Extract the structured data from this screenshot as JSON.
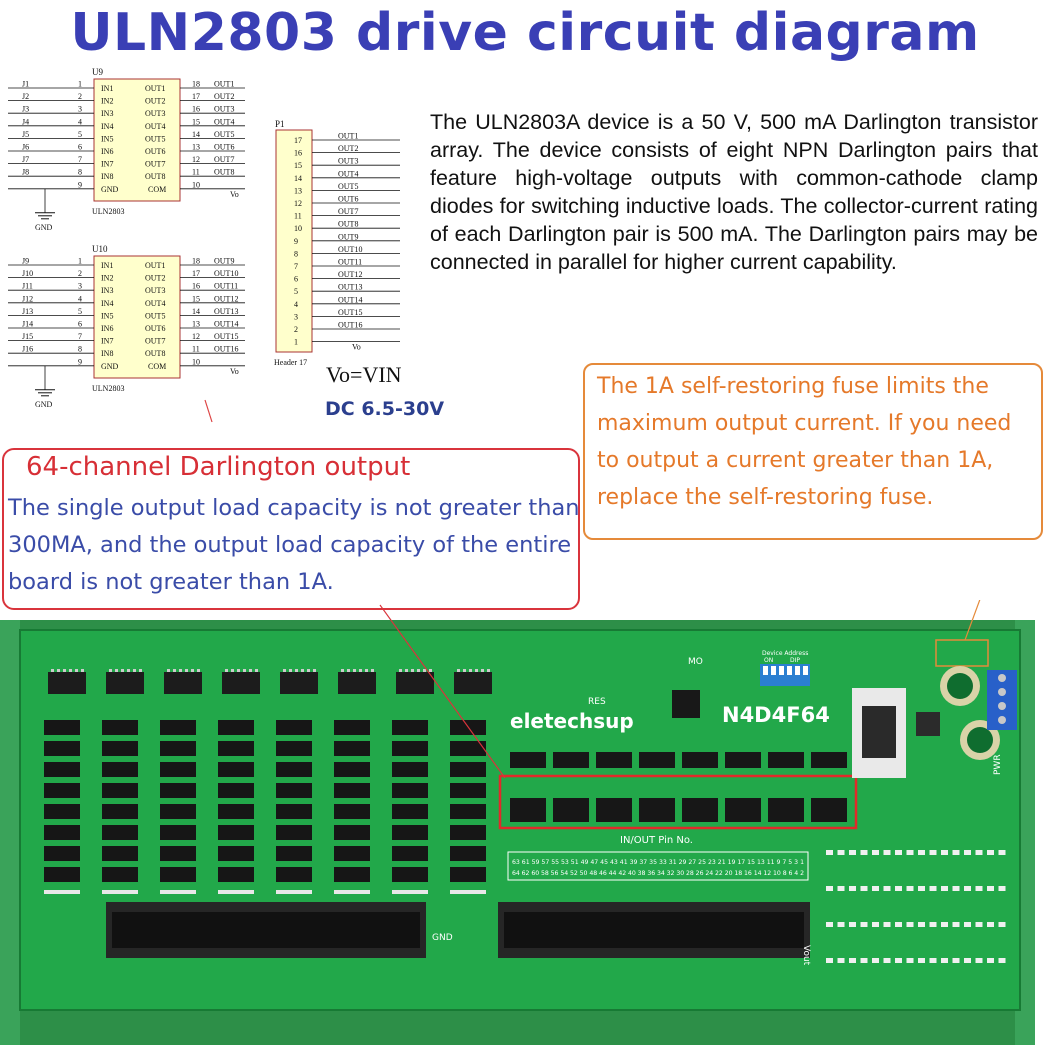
{
  "title": "ULN2803 drive circuit diagram",
  "description": "The ULN2803A device is a 50 V, 500 mA Darlington transistor array. The device consists of eight NPN Darlington pairs that feature high-voltage outputs with common-cathode clamp diodes for switching inductive loads. The collector-current rating of each Darlington pair is 500 mA. The Darlington pairs may be connected in parallel for higher current capability.",
  "vo_label": "Vo=VIN",
  "dc_label": "DC 6.5-30V",
  "fuse_note": "The 1A self-restoring fuse limits the maximum output current. If you need to output a current greater than 1A, replace the self-restoring fuse.",
  "darlington_note": {
    "title": "64-channel Darlington output",
    "body": "The single output load capacity is not greater than 300MA, and the output load capacity of the entire board is not greater than 1A."
  },
  "schematic": {
    "chips": [
      {
        "designator": "U9",
        "part": "ULN2803",
        "jumpers": [
          "J1",
          "J2",
          "J3",
          "J4",
          "J5",
          "J6",
          "J7",
          "J8"
        ],
        "outputs": [
          "OUT1",
          "OUT2",
          "OUT3",
          "OUT4",
          "OUT5",
          "OUT6",
          "OUT7",
          "OUT8"
        ]
      },
      {
        "designator": "U10",
        "part": "ULN2803",
        "jumpers": [
          "J9",
          "J10",
          "J11",
          "J12",
          "J13",
          "J14",
          "J15",
          "J16"
        ],
        "outputs": [
          "OUT9",
          "OUT10",
          "OUT11",
          "OUT12",
          "OUT13",
          "OUT14",
          "OUT15",
          "OUT16"
        ]
      }
    ],
    "inputs": [
      "IN1",
      "IN2",
      "IN3",
      "IN4",
      "IN5",
      "IN6",
      "IN7",
      "IN8"
    ],
    "internal_outputs": [
      "OUT1",
      "OUT2",
      "OUT3",
      "OUT4",
      "OUT5",
      "OUT6",
      "OUT7",
      "OUT8"
    ],
    "gnd_pin": "GND",
    "com_pin": "COM",
    "left_pins": [
      "1",
      "2",
      "3",
      "4",
      "5",
      "6",
      "7",
      "8",
      "9"
    ],
    "right_pins": [
      "18",
      "17",
      "16",
      "15",
      "14",
      "13",
      "12",
      "11",
      "10"
    ],
    "vo_net": "Vo",
    "gnd_label": "GND",
    "header": {
      "designator": "P1",
      "name": "Header 17",
      "pins": [
        "17",
        "16",
        "15",
        "14",
        "13",
        "12",
        "11",
        "10",
        "9",
        "8",
        "7",
        "6",
        "5",
        "4",
        "3",
        "2",
        "1"
      ],
      "nets": [
        "OUT1",
        "OUT2",
        "OUT3",
        "OUT4",
        "OUT5",
        "OUT6",
        "OUT7",
        "OUT8",
        "OUT9",
        "OUT10",
        "OUT11",
        "OUT12",
        "OUT13",
        "OUT14",
        "OUT15",
        "OUT16",
        "Vo"
      ]
    }
  },
  "board": {
    "brand": "eletechsup",
    "model": "N4D4F64",
    "mo_label": "MO",
    "res_label": "RES",
    "pin_title": "IN/OUT Pin No.",
    "pin_row_top": "63 61 59 57 55 53 51 49 47 45 43 41 39 37 35 33 31 29 27 25 23 21 19 17 15 13 11 9 7 5 3 1",
    "pin_row_bottom": "64 62 60 58 56 54 52 50 48 46 44 42 40 38 36 34 32 30 28 26 24 22 20 18 16 14 12 10 8 6 4 2",
    "gnd_label": "GND",
    "vout_label": "Vout",
    "pwr_label": "PWR",
    "dip_label": "Device Address",
    "dip_on": "ON",
    "dip_dip": "DIP"
  },
  "colors": {
    "title": "#3a3fb5",
    "fuse_note": "#e5792a",
    "darlington_border": "#d9343c",
    "darlington_body": "#3a4ca8",
    "pcb": "#22a84a"
  }
}
